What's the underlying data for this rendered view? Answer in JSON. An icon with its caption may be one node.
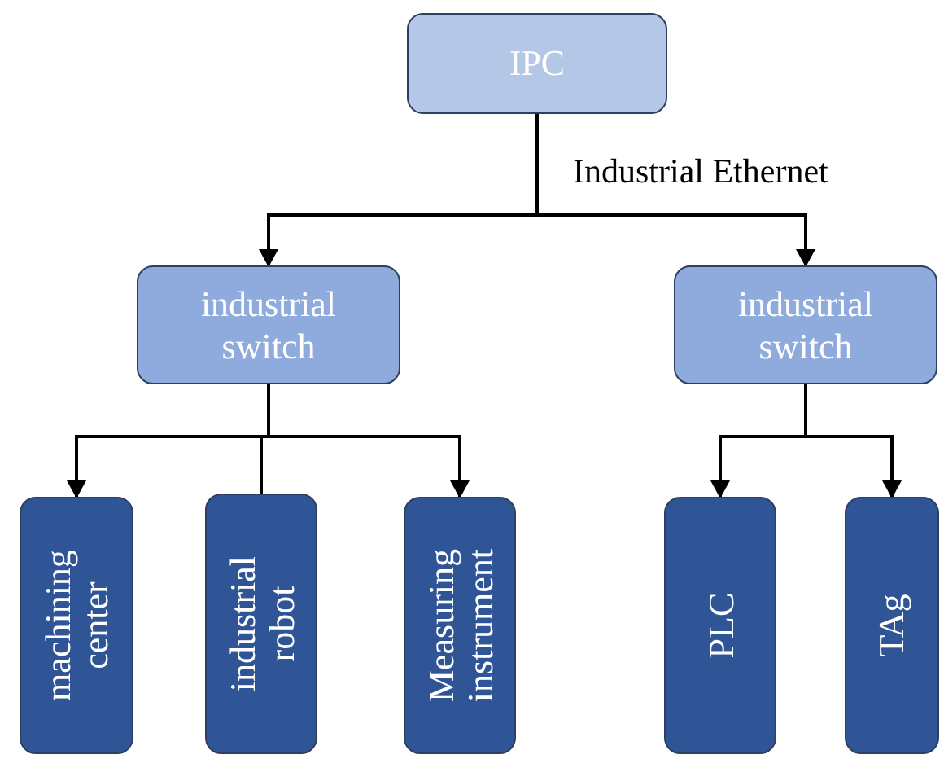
{
  "diagram": {
    "nodes": [
      {
        "text": [
          "IPC"
        ]
      },
      {
        "text": [
          "industrial switch"
        ]
      },
      {
        "text": [
          "industrial switch"
        ]
      },
      {
        "text": [
          "machining center"
        ]
      },
      {
        "text": [
          "industrial robot"
        ]
      },
      {
        "text": [
          "Measuring instrument"
        ]
      },
      {
        "text": [
          "PLC"
        ]
      },
      {
        "text": [
          "TAg"
        ]
      }
    ],
    "edges": [
      {
        "from": 0,
        "to": 1,
        "arrow": "to"
      },
      {
        "from": 0,
        "to": 2,
        "arrow": "to"
      },
      {
        "from": 1,
        "to": 3,
        "arrow": "to"
      },
      {
        "from": 1,
        "to": 4,
        "arrow": "none"
      },
      {
        "from": 1,
        "to": 5,
        "arrow": "to"
      },
      {
        "from": 2,
        "to": 6,
        "arrow": "to"
      },
      {
        "from": 2,
        "to": 7,
        "arrow": "to"
      }
    ],
    "labels": [
      "Industrial Ethernet"
    ]
  }
}
